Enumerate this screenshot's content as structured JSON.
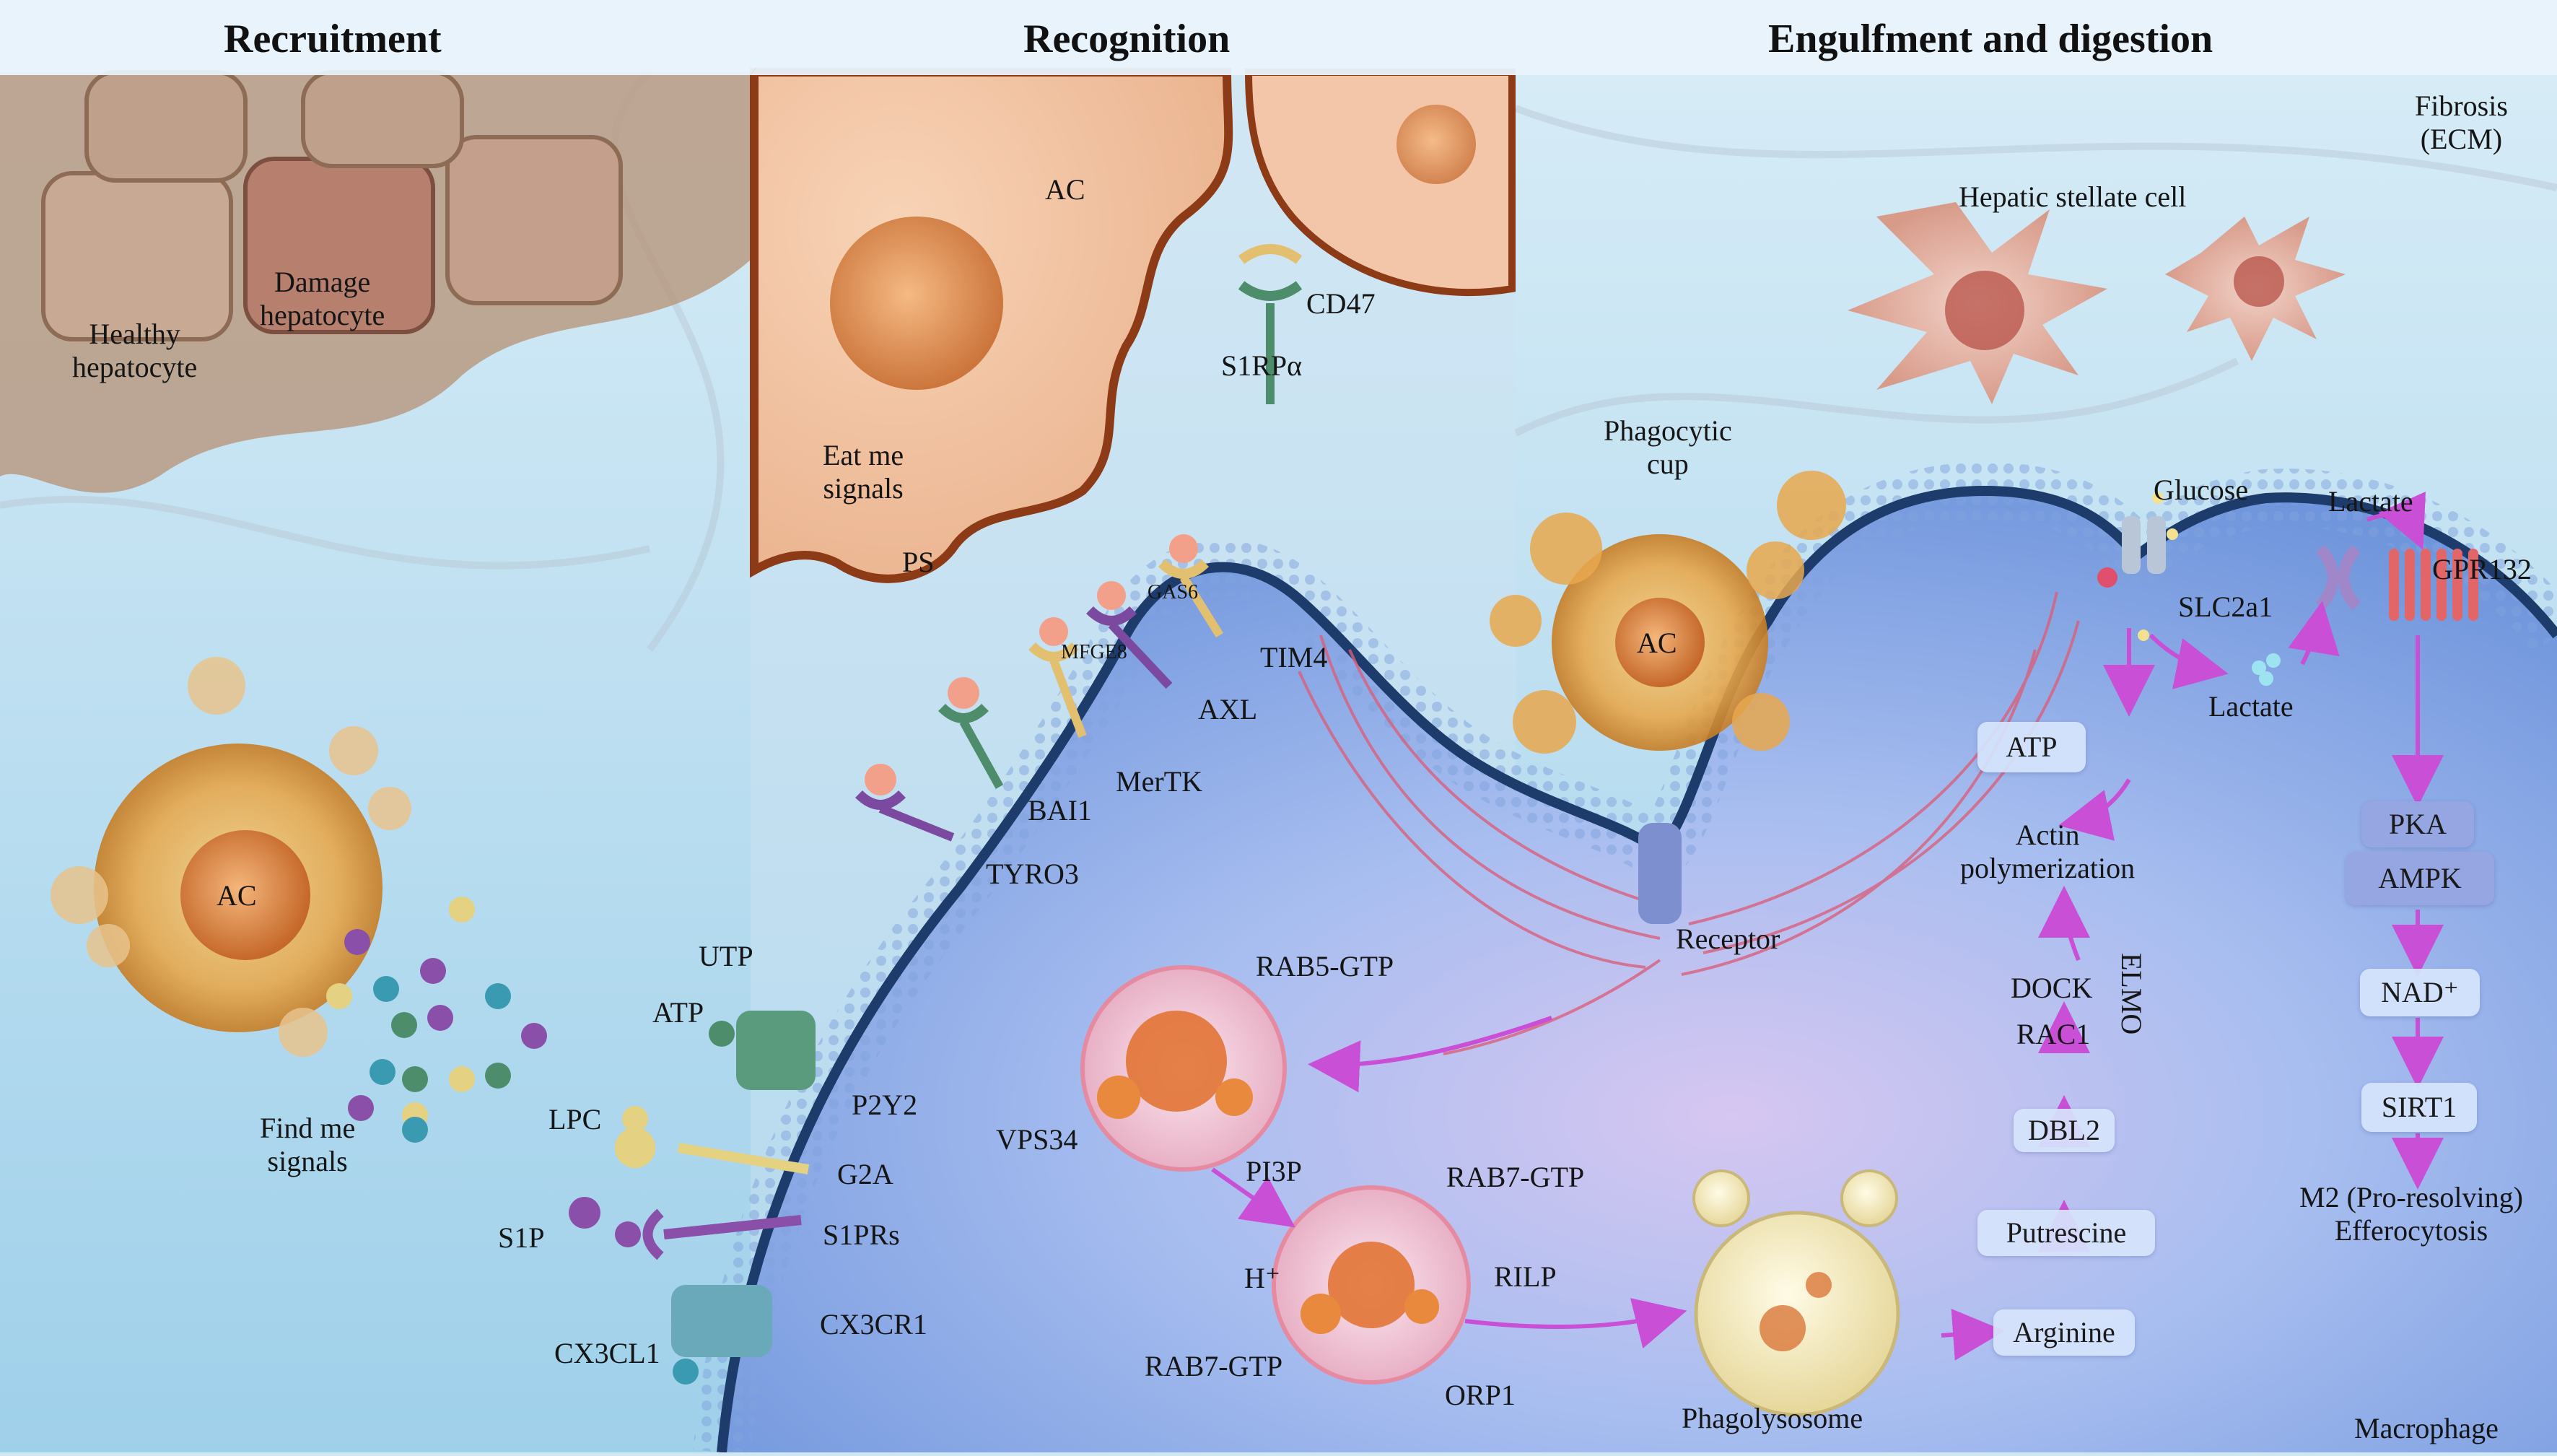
{
  "headers": {
    "recruitment": "Recruitment",
    "recognition": "Recognition",
    "engulfment": "Engulfment and digestion"
  },
  "recruitment": {
    "healthy_hepatocyte": "Healthy\nhepatocyte",
    "damage_hepatocyte": "Damage\nhepatocyte",
    "ac": "AC",
    "find_me_signals": "Find me\nsignals",
    "utp": "UTP",
    "atp": "ATP",
    "p2y2": "P2Y2",
    "lpc": "LPC",
    "g2a": "G2A",
    "s1p": "S1P",
    "s1prs": "S1PRs",
    "cx3cl1": "CX3CL1",
    "cx3cr1": "CX3CR1"
  },
  "recognition": {
    "ac": "AC",
    "eat_me_signals": "Eat me\nsignals",
    "ps": "PS",
    "cd47": "CD47",
    "s1rpa": "S1RPα",
    "gas6": "GAS6",
    "mfge8": "MFGE8",
    "tim4": "TIM4",
    "axl": "AXL",
    "mertk": "MerTK",
    "bai1": "BAI1",
    "tyro3": "TYRO3"
  },
  "engulfment": {
    "fibrosis": "Fibrosis\n(ECM)",
    "hepatic_stellate": "Hepatic stellate cell",
    "phagocytic_cup": "Phagocytic\ncup",
    "ac": "AC",
    "receptor": "Receptor",
    "glucose": "Glucose",
    "slc2a1": "SLC2a1",
    "lactate_top": "Lactate",
    "gpr132": "GPR132",
    "lactate_mid": "Lactate",
    "atp": "ATP",
    "actin": "Actin\npolymerization",
    "elmo": "ELMO",
    "dock": "DOCK",
    "rac1": "RAC1",
    "dbl2": "DBL2",
    "putrescine": "Putrescine",
    "arginine": "Arginine",
    "pka": "PKA",
    "ampk": "AMPK",
    "nad": "NAD⁺",
    "sirt1": "SIRT1",
    "m2": "M2 (Pro-resolving)\nEfferocytosis",
    "rab5": "RAB5-GTP",
    "vps34": "VPS34",
    "pi3p": "PI3P",
    "rab7_top": "RAB7-GTP",
    "h_plus": "H⁺",
    "rilp": "RILP",
    "rab7_bottom": "RAB7-GTP",
    "orp1": "ORP1",
    "phagolysosome": "Phagolysosome",
    "macrophage": "Macrophage"
  },
  "colors": {
    "header_band": "#e9f3fb",
    "membrane": "#1d3c6b",
    "arrow": "#c94fd6",
    "ac_fill": "#e8a24b",
    "cell_interior": "#8faee8"
  }
}
